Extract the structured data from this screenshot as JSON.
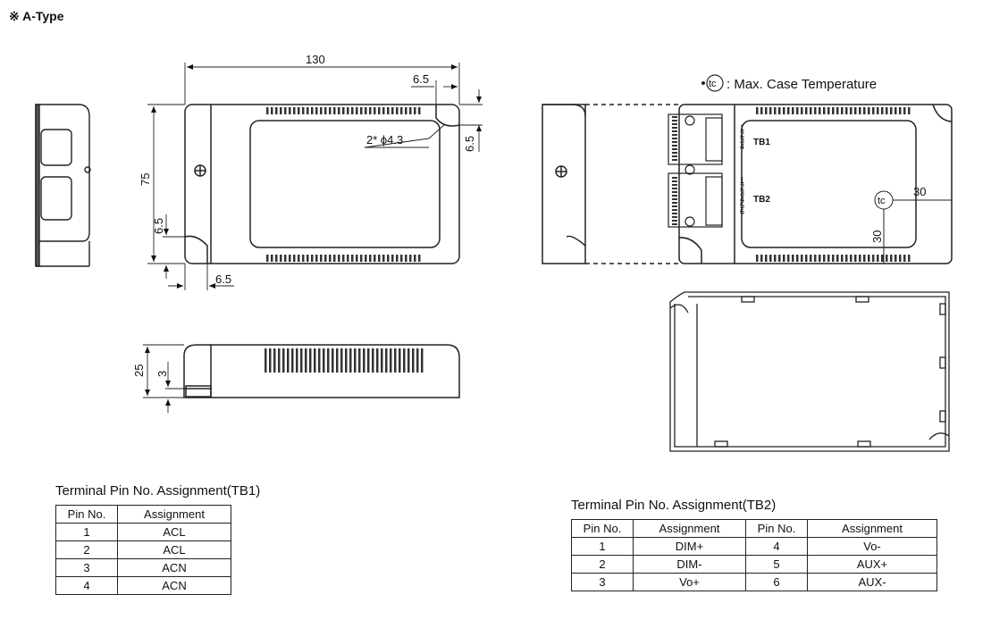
{
  "header": {
    "title": "※ A-Type"
  },
  "drawing": {
    "dims": {
      "length": "130",
      "height": "75",
      "corner_top_x": "6.5",
      "corner_top_y": "6.5",
      "corner_bottom_y": "6.5",
      "corner_bottom_x": "6.5",
      "holes": "2* ϕ4.3",
      "thickness": "25",
      "base": "3",
      "tc_x": "30",
      "tc_y": "30"
    },
    "tc_note": "• ⓣⓒ : Max. Case Temperature",
    "tc_note_text": ": Max. Case Temperature",
    "tc_symbol": "tc",
    "tb1_label": "TB1",
    "tb2_label": "TB2",
    "tb1_pins": [
      "1",
      "2",
      "3",
      "4"
    ],
    "tb2_pins": [
      "1",
      "2",
      "3",
      "4",
      "5",
      "6"
    ]
  },
  "tb1": {
    "title": "Terminal Pin No. Assignment(TB1)",
    "headers": [
      "Pin No.",
      "Assignment"
    ],
    "rows": [
      [
        "1",
        "ACL"
      ],
      [
        "2",
        "ACL"
      ],
      [
        "3",
        "ACN"
      ],
      [
        "4",
        "ACN"
      ]
    ]
  },
  "tb2": {
    "title": "Terminal Pin No. Assignment(TB2)",
    "headers": [
      "Pin No.",
      "Assignment",
      "Pin No.",
      "Assignment"
    ],
    "rows": [
      [
        "1",
        "DIM+",
        "4",
        "Vo-"
      ],
      [
        "2",
        "DIM-",
        "5",
        "AUX+"
      ],
      [
        "3",
        "Vo+",
        "6",
        "AUX-"
      ]
    ]
  }
}
